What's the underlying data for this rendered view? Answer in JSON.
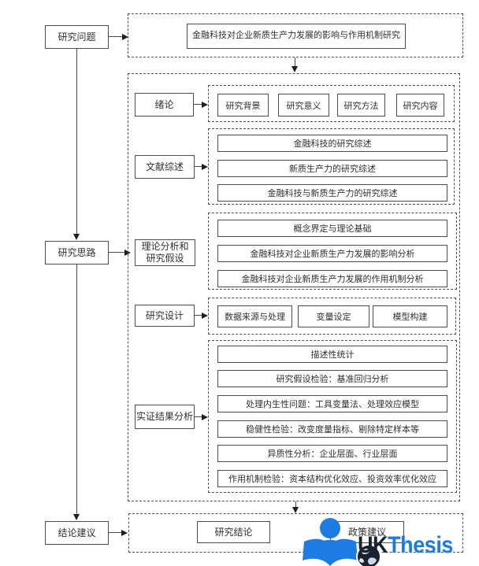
{
  "colors": {
    "border_gray": "#4c4c4c",
    "text_dark": "#2f2f2f",
    "logo_blue": "#1D7CE4",
    "logo_dark": "#1A2232"
  },
  "left_flow": {
    "research_question": "研究问题",
    "research_idea": "研究思路",
    "conclusion": "结论建议"
  },
  "top": {
    "title": "金融科技对企业新质生产力发展的影响与作用机制研究"
  },
  "sections": [
    {
      "label": "绪论",
      "items": [
        "研究背景",
        "研究意义",
        "研究方法",
        "研究内容"
      ]
    },
    {
      "label": "文献综述",
      "items": [
        "金融科技的研究综述",
        "新质生产力的研究综述",
        "金融科技与新质生产力的研究综述"
      ]
    },
    {
      "label": "理论分析和研究假设",
      "items": [
        "概念界定与理论基础",
        "金融科技对企业新质生产力发展的影响分析",
        "金融科技对企业新质生产力发展的作用机制分析"
      ]
    },
    {
      "label": "研究设计",
      "items": [
        "数据来源与处理",
        "变量设定",
        "模型构建"
      ]
    },
    {
      "label": "实证结果分析",
      "items": [
        "描述性统计",
        "研究假设检验：基准回归分析",
        "处理内生性问题：工具变量法、处理效应模型",
        "稳健性检验：改变度量指标、剔除特定样本等",
        "异质性分析：企业层面、行业层面",
        "作用机制检验：资本结构优化效应、投资效率优化效应"
      ]
    }
  ],
  "bottom": {
    "items": [
      "研究结论",
      "政策建议"
    ]
  },
  "logo": {
    "uk": "UK",
    "thesis": "Thesis"
  }
}
